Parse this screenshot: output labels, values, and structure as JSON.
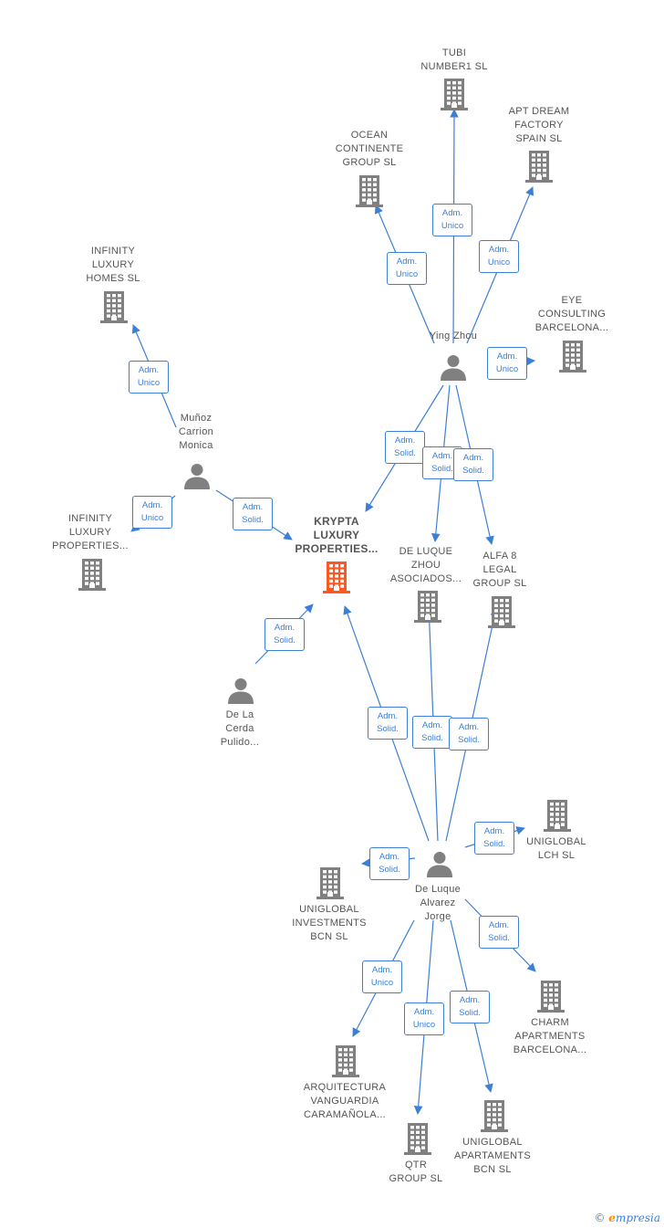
{
  "colors": {
    "edge": "#3c7fd6",
    "node": "#808080",
    "focus": "#ff5722",
    "label": "#555555"
  },
  "nodes": {
    "tubi": {
      "label": "TUBI\nNUMBER1  SL",
      "type": "company",
      "icon": "building-icon"
    },
    "apt": {
      "label": "APT DREAM\nFACTORY\nSPAIN  SL",
      "type": "company",
      "icon": "building-icon"
    },
    "ocean": {
      "label": "OCEAN\nCONTINENTE\nGROUP  SL",
      "type": "company",
      "icon": "building-icon"
    },
    "eye": {
      "label": "EYE\nCONSULTING\nBARCELONA...",
      "type": "company",
      "icon": "building-icon"
    },
    "yingzhou": {
      "label": "Ying Zhou",
      "type": "person",
      "icon": "person-icon"
    },
    "infhomes": {
      "label": "INFINITY\nLUXURY\nHOMES  SL",
      "type": "company",
      "icon": "building-icon"
    },
    "munoz": {
      "label": "Muñoz\nCarrion\nMonica",
      "type": "person",
      "icon": "person-icon"
    },
    "infprops": {
      "label": "INFINITY\nLUXURY\nPROPERTIES...",
      "type": "company",
      "icon": "building-icon"
    },
    "krypta": {
      "label": "KRYPTA\nLUXURY\nPROPERTIES...",
      "type": "focus",
      "icon": "building-icon"
    },
    "deluque_zhou": {
      "label": "DE LUQUE\nZHOU\nASOCIADOS...",
      "type": "company",
      "icon": "building-icon"
    },
    "alfa8": {
      "label": "ALFA 8\nLEGAL\nGROUP  SL",
      "type": "company",
      "icon": "building-icon"
    },
    "delacerda": {
      "label": "De La\nCerda\nPulido...",
      "type": "person",
      "icon": "person-icon"
    },
    "jorge": {
      "label": "De Luque\nAlvarez\nJorge",
      "type": "person",
      "icon": "person-icon"
    },
    "ugl_lch": {
      "label": "UNIGLOBAL\nLCH  SL",
      "type": "company",
      "icon": "building-icon"
    },
    "ugl_inv": {
      "label": "UNIGLOBAL\nINVESTMENTS\nBCN  SL",
      "type": "company",
      "icon": "building-icon"
    },
    "charm": {
      "label": "CHARM\nAPARTMENTS\nBARCELONA...",
      "type": "company",
      "icon": "building-icon"
    },
    "arq": {
      "label": "ARQUITECTURA\nVANGUARDIA\nCARAMAÑOLA...",
      "type": "company",
      "icon": "building-icon"
    },
    "qtr": {
      "label": "QTR\nGROUP SL",
      "type": "company",
      "icon": "building-icon"
    },
    "ugl_apt": {
      "label": "UNIGLOBAL\nAPARTAMENTS\nBCN  SL",
      "type": "company",
      "icon": "building-icon"
    }
  },
  "edges": [
    {
      "from": "yingzhou",
      "to": "tubi",
      "label": "Adm.\nUnico"
    },
    {
      "from": "yingzhou",
      "to": "apt",
      "label": "Adm.\nUnico"
    },
    {
      "from": "yingzhou",
      "to": "ocean",
      "label": "Adm.\nUnico"
    },
    {
      "from": "yingzhou",
      "to": "eye",
      "label": "Adm.\nUnico"
    },
    {
      "from": "yingzhou",
      "to": "krypta",
      "label": "Adm.\nSolid."
    },
    {
      "from": "yingzhou",
      "to": "deluque_zhou",
      "label": "Adm.\nSolid."
    },
    {
      "from": "yingzhou",
      "to": "alfa8",
      "label": "Adm.\nSolid."
    },
    {
      "from": "munoz",
      "to": "infhomes",
      "label": "Adm.\nUnico"
    },
    {
      "from": "munoz",
      "to": "infprops",
      "label": "Adm.\nUnico"
    },
    {
      "from": "munoz",
      "to": "krypta",
      "label": "Adm.\nSolid."
    },
    {
      "from": "delacerda",
      "to": "krypta",
      "label": "Adm.\nSolid."
    },
    {
      "from": "jorge",
      "to": "krypta",
      "label": "Adm.\nSolid."
    },
    {
      "from": "jorge",
      "to": "deluque_zhou",
      "label": "Adm.\nSolid."
    },
    {
      "from": "jorge",
      "to": "alfa8",
      "label": "Adm.\nSolid."
    },
    {
      "from": "jorge",
      "to": "ugl_lch",
      "label": "Adm.\nSolid."
    },
    {
      "from": "jorge",
      "to": "ugl_inv",
      "label": "Adm.\nSolid."
    },
    {
      "from": "jorge",
      "to": "charm",
      "label": "Adm.\nSolid."
    },
    {
      "from": "jorge",
      "to": "arq",
      "label": "Adm.\nUnico"
    },
    {
      "from": "jorge",
      "to": "qtr",
      "label": "Adm.\nUnico"
    },
    {
      "from": "jorge",
      "to": "ugl_apt",
      "label": "Adm.\nSolid."
    }
  ],
  "brand": {
    "copyright": "©",
    "initial": "e",
    "rest": "mpresia"
  }
}
